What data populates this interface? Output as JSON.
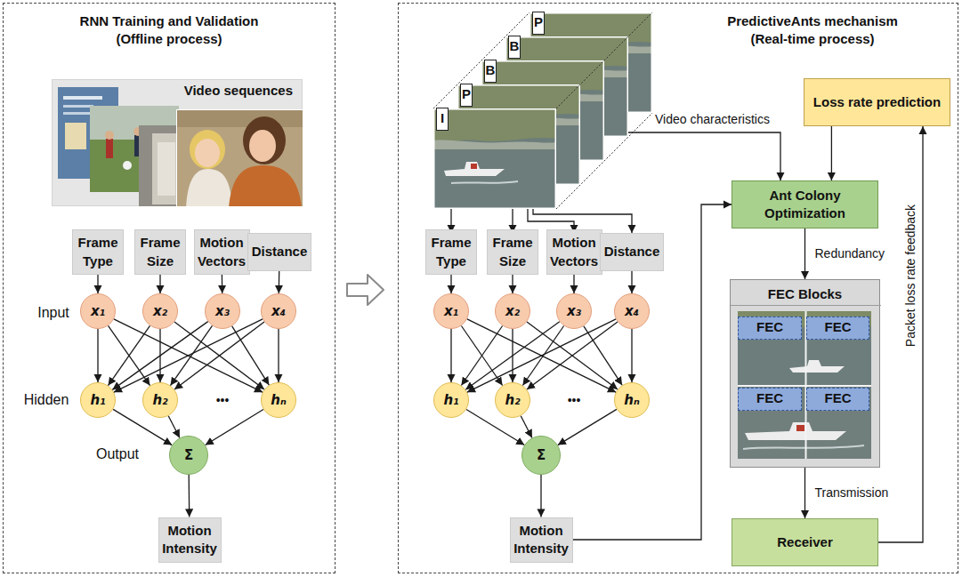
{
  "diagram": {
    "nodes": [
      {
        "text": [
          "RNN Training and Validation",
          "(Offline process)"
        ]
      },
      {
        "text": [
          "Video sequences"
        ],
        "in": 0
      },
      {
        "text": [
          "Frame Type"
        ],
        "in": 0
      },
      {
        "text": [
          "Frame Size"
        ],
        "in": 0
      },
      {
        "text": [
          "Motion Vectors"
        ],
        "in": 0
      },
      {
        "text": [
          "Distance"
        ],
        "in": 0
      },
      {
        "text": [
          "x₁"
        ],
        "in": 0
      },
      {
        "text": [
          "x₂"
        ],
        "in": 0
      },
      {
        "text": [
          "x₃"
        ],
        "in": 0
      },
      {
        "text": [
          "x₄"
        ],
        "in": 0
      },
      {
        "text": [
          "h₁"
        ],
        "in": 0
      },
      {
        "text": [
          "h₂"
        ],
        "in": 0
      },
      {
        "text": [
          "hₙ"
        ],
        "in": 0
      },
      {
        "text": [
          "Σ"
        ],
        "in": 0
      },
      {
        "text": [
          "Motion Intensity"
        ],
        "in": 0
      },
      {
        "text": [
          "PredictiveAnts mechanism",
          "(Real-time process)"
        ]
      },
      {
        "text": [
          "P"
        ],
        "in": 15
      },
      {
        "text": [
          "B"
        ],
        "in": 15
      },
      {
        "text": [
          "B"
        ],
        "in": 15
      },
      {
        "text": [
          "P"
        ],
        "in": 15
      },
      {
        "text": [
          "I"
        ],
        "in": 15
      },
      {
        "text": [
          "Loss rate prediction"
        ],
        "in": 15
      },
      {
        "text": [
          "Ant Colony Optimization"
        ],
        "in": 15
      },
      {
        "text": [
          "Frame Type"
        ],
        "in": 15
      },
      {
        "text": [
          "Frame Size"
        ],
        "in": 15
      },
      {
        "text": [
          "Motion Vectors"
        ],
        "in": 15
      },
      {
        "text": [
          "Distance"
        ],
        "in": 15
      },
      {
        "text": [
          "x₁"
        ],
        "in": 15
      },
      {
        "text": [
          "x₂"
        ],
        "in": 15
      },
      {
        "text": [
          "x₃"
        ],
        "in": 15
      },
      {
        "text": [
          "x₄"
        ],
        "in": 15
      },
      {
        "text": [
          "h₁"
        ],
        "in": 15
      },
      {
        "text": [
          "h₂"
        ],
        "in": 15
      },
      {
        "text": [
          "hₙ"
        ],
        "in": 15
      },
      {
        "text": [
          "Σ"
        ],
        "in": 15
      },
      {
        "text": [
          "FEC Blocks"
        ],
        "in": 15
      },
      {
        "text": [
          "FEC"
        ],
        "in": 35
      },
      {
        "text": [
          "FEC"
        ],
        "in": 35
      },
      {
        "text": [
          "FEC"
        ],
        "in": 35
      },
      {
        "text": [
          "FEC"
        ],
        "in": 35
      },
      {
        "text": [
          "Motion Intensity"
        ],
        "in": 15
      },
      {
        "text": [
          "Receiver"
        ],
        "in": 15
      }
    ],
    "edges": [
      {
        "from": 2,
        "to": 6,
        "arrow": "to"
      },
      {
        "from": 3,
        "to": 7,
        "arrow": "to"
      },
      {
        "from": 4,
        "to": 8,
        "arrow": "to"
      },
      {
        "from": 5,
        "to": 9,
        "arrow": "to"
      },
      {
        "from": 6,
        "to": 10,
        "arrow": "to"
      },
      {
        "from": 6,
        "to": 11,
        "arrow": "to"
      },
      {
        "from": 6,
        "to": 12,
        "arrow": "to"
      },
      {
        "from": 7,
        "to": 10,
        "arrow": "to"
      },
      {
        "from": 7,
        "to": 11,
        "arrow": "to"
      },
      {
        "from": 7,
        "to": 12,
        "arrow": "to"
      },
      {
        "from": 8,
        "to": 10,
        "arrow": "to"
      },
      {
        "from": 8,
        "to": 11,
        "arrow": "to"
      },
      {
        "from": 8,
        "to": 12,
        "arrow": "to"
      },
      {
        "from": 9,
        "to": 10,
        "arrow": "to"
      },
      {
        "from": 9,
        "to": 11,
        "arrow": "to"
      },
      {
        "from": 9,
        "to": 12,
        "arrow": "to"
      },
      {
        "from": 10,
        "to": 13,
        "arrow": "to"
      },
      {
        "from": 11,
        "to": 13,
        "arrow": "to"
      },
      {
        "from": 12,
        "to": 13,
        "arrow": "to"
      },
      {
        "from": 13,
        "to": 14,
        "arrow": "to"
      },
      {
        "from": 23,
        "to": 27,
        "arrow": "to"
      },
      {
        "from": 24,
        "to": 28,
        "arrow": "to"
      },
      {
        "from": 25,
        "to": 29,
        "arrow": "to"
      },
      {
        "from": 26,
        "to": 30,
        "arrow": "to"
      },
      {
        "from": 27,
        "to": 31,
        "arrow": "to"
      },
      {
        "from": 27,
        "to": 32,
        "arrow": "to"
      },
      {
        "from": 27,
        "to": 33,
        "arrow": "to"
      },
      {
        "from": 28,
        "to": 31,
        "arrow": "to"
      },
      {
        "from": 28,
        "to": 32,
        "arrow": "to"
      },
      {
        "from": 28,
        "to": 33,
        "arrow": "to"
      },
      {
        "from": 29,
        "to": 31,
        "arrow": "to"
      },
      {
        "from": 29,
        "to": 32,
        "arrow": "to"
      },
      {
        "from": 29,
        "to": 33,
        "arrow": "to"
      },
      {
        "from": 30,
        "to": 31,
        "arrow": "to"
      },
      {
        "from": 30,
        "to": 32,
        "arrow": "to"
      },
      {
        "from": 30,
        "to": 33,
        "arrow": "to"
      },
      {
        "from": 31,
        "to": 34,
        "arrow": "to"
      },
      {
        "from": 32,
        "to": 34,
        "arrow": "to"
      },
      {
        "from": 33,
        "to": 34,
        "arrow": "to"
      },
      {
        "from": 34,
        "to": 40,
        "arrow": "to"
      },
      {
        "from": 40,
        "to": 22,
        "arrow": "to"
      },
      {
        "from": 21,
        "to": 22,
        "arrow": "to"
      },
      {
        "from": 22,
        "to": 35,
        "label": "Redundancy",
        "arrow": "to"
      },
      {
        "from": 35,
        "to": 41,
        "label": "Transmission",
        "arrow": "to"
      },
      {
        "from": 41,
        "to": 21,
        "label": "Packet loss rate feedback",
        "arrow": "to"
      }
    ],
    "labels": [
      "Input",
      "Hidden",
      "Output",
      "•••",
      "•••",
      "Video characteristics"
    ]
  }
}
